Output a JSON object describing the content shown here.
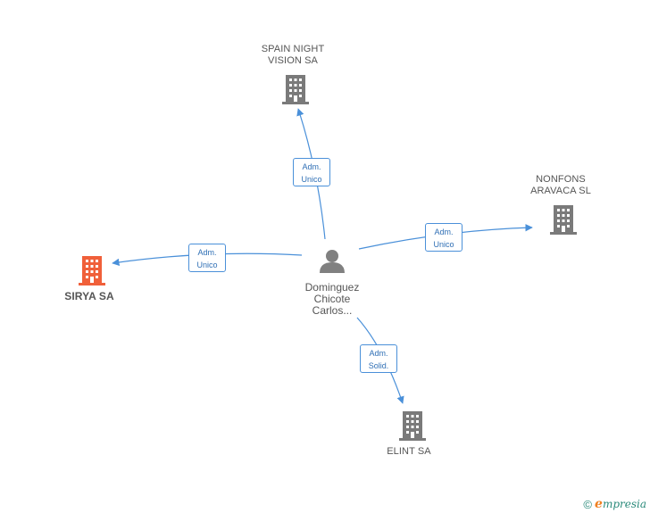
{
  "person": {
    "name_line1": "Dominguez",
    "name_line2": "Chicote",
    "name_line3": "Carlos..."
  },
  "companies": {
    "spain_night_vision": {
      "line1": "SPAIN NIGHT",
      "line2": "VISION SA"
    },
    "nonfons_aravaca": {
      "line1": "NONFONS",
      "line2": "ARAVACA SL"
    },
    "sirya": {
      "line1": "SIRYA SA"
    },
    "elint": {
      "line1": "ELINT SA"
    }
  },
  "edges": {
    "to_spain_night_vision": {
      "line1": "Adm.",
      "line2": "Unico"
    },
    "to_nonfons_aravaca": {
      "line1": "Adm.",
      "line2": "Unico"
    },
    "to_sirya": {
      "line1": "Adm.",
      "line2": "Unico"
    },
    "to_elint": {
      "line1": "Adm.",
      "line2": "Solid."
    }
  },
  "footer": {
    "copyright": "©",
    "brand_initial": "e",
    "brand_rest": "mpresia"
  },
  "colors": {
    "edge": "#4a90d9",
    "building": "#7a7a7a",
    "building_highlight": "#f0603a",
    "person": "#808080"
  }
}
